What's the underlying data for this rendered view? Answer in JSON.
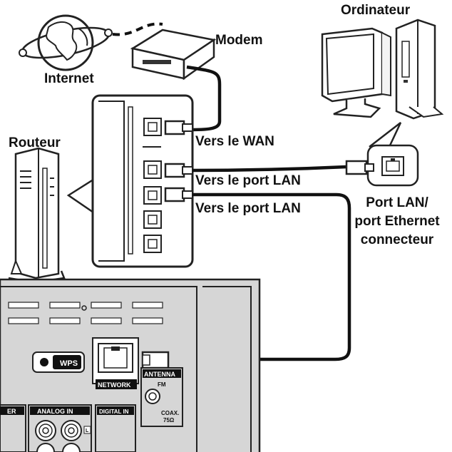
{
  "labels": {
    "internet": "Internet",
    "modem": "Modem",
    "ordinateur": "Ordinateur",
    "routeur": "Routeur",
    "vers_wan": "Vers le WAN",
    "vers_lan_1": "Vers le port LAN",
    "vers_lan_2": "Vers le port LAN",
    "pc_port_line1": "Port LAN/",
    "pc_port_line2": "port Ethernet",
    "pc_port_line3": "connecteur"
  },
  "rear_panel": {
    "wps": "WPS",
    "network": "NETWORK",
    "antenna": "ANTENNA",
    "fm": "FM",
    "coax": "COAX.",
    "ohm": "75Ω",
    "analog_in": "ANALOG IN",
    "digital_in": "DIGITAL IN",
    "left_mark": "L",
    "partial_left": "ER"
  }
}
